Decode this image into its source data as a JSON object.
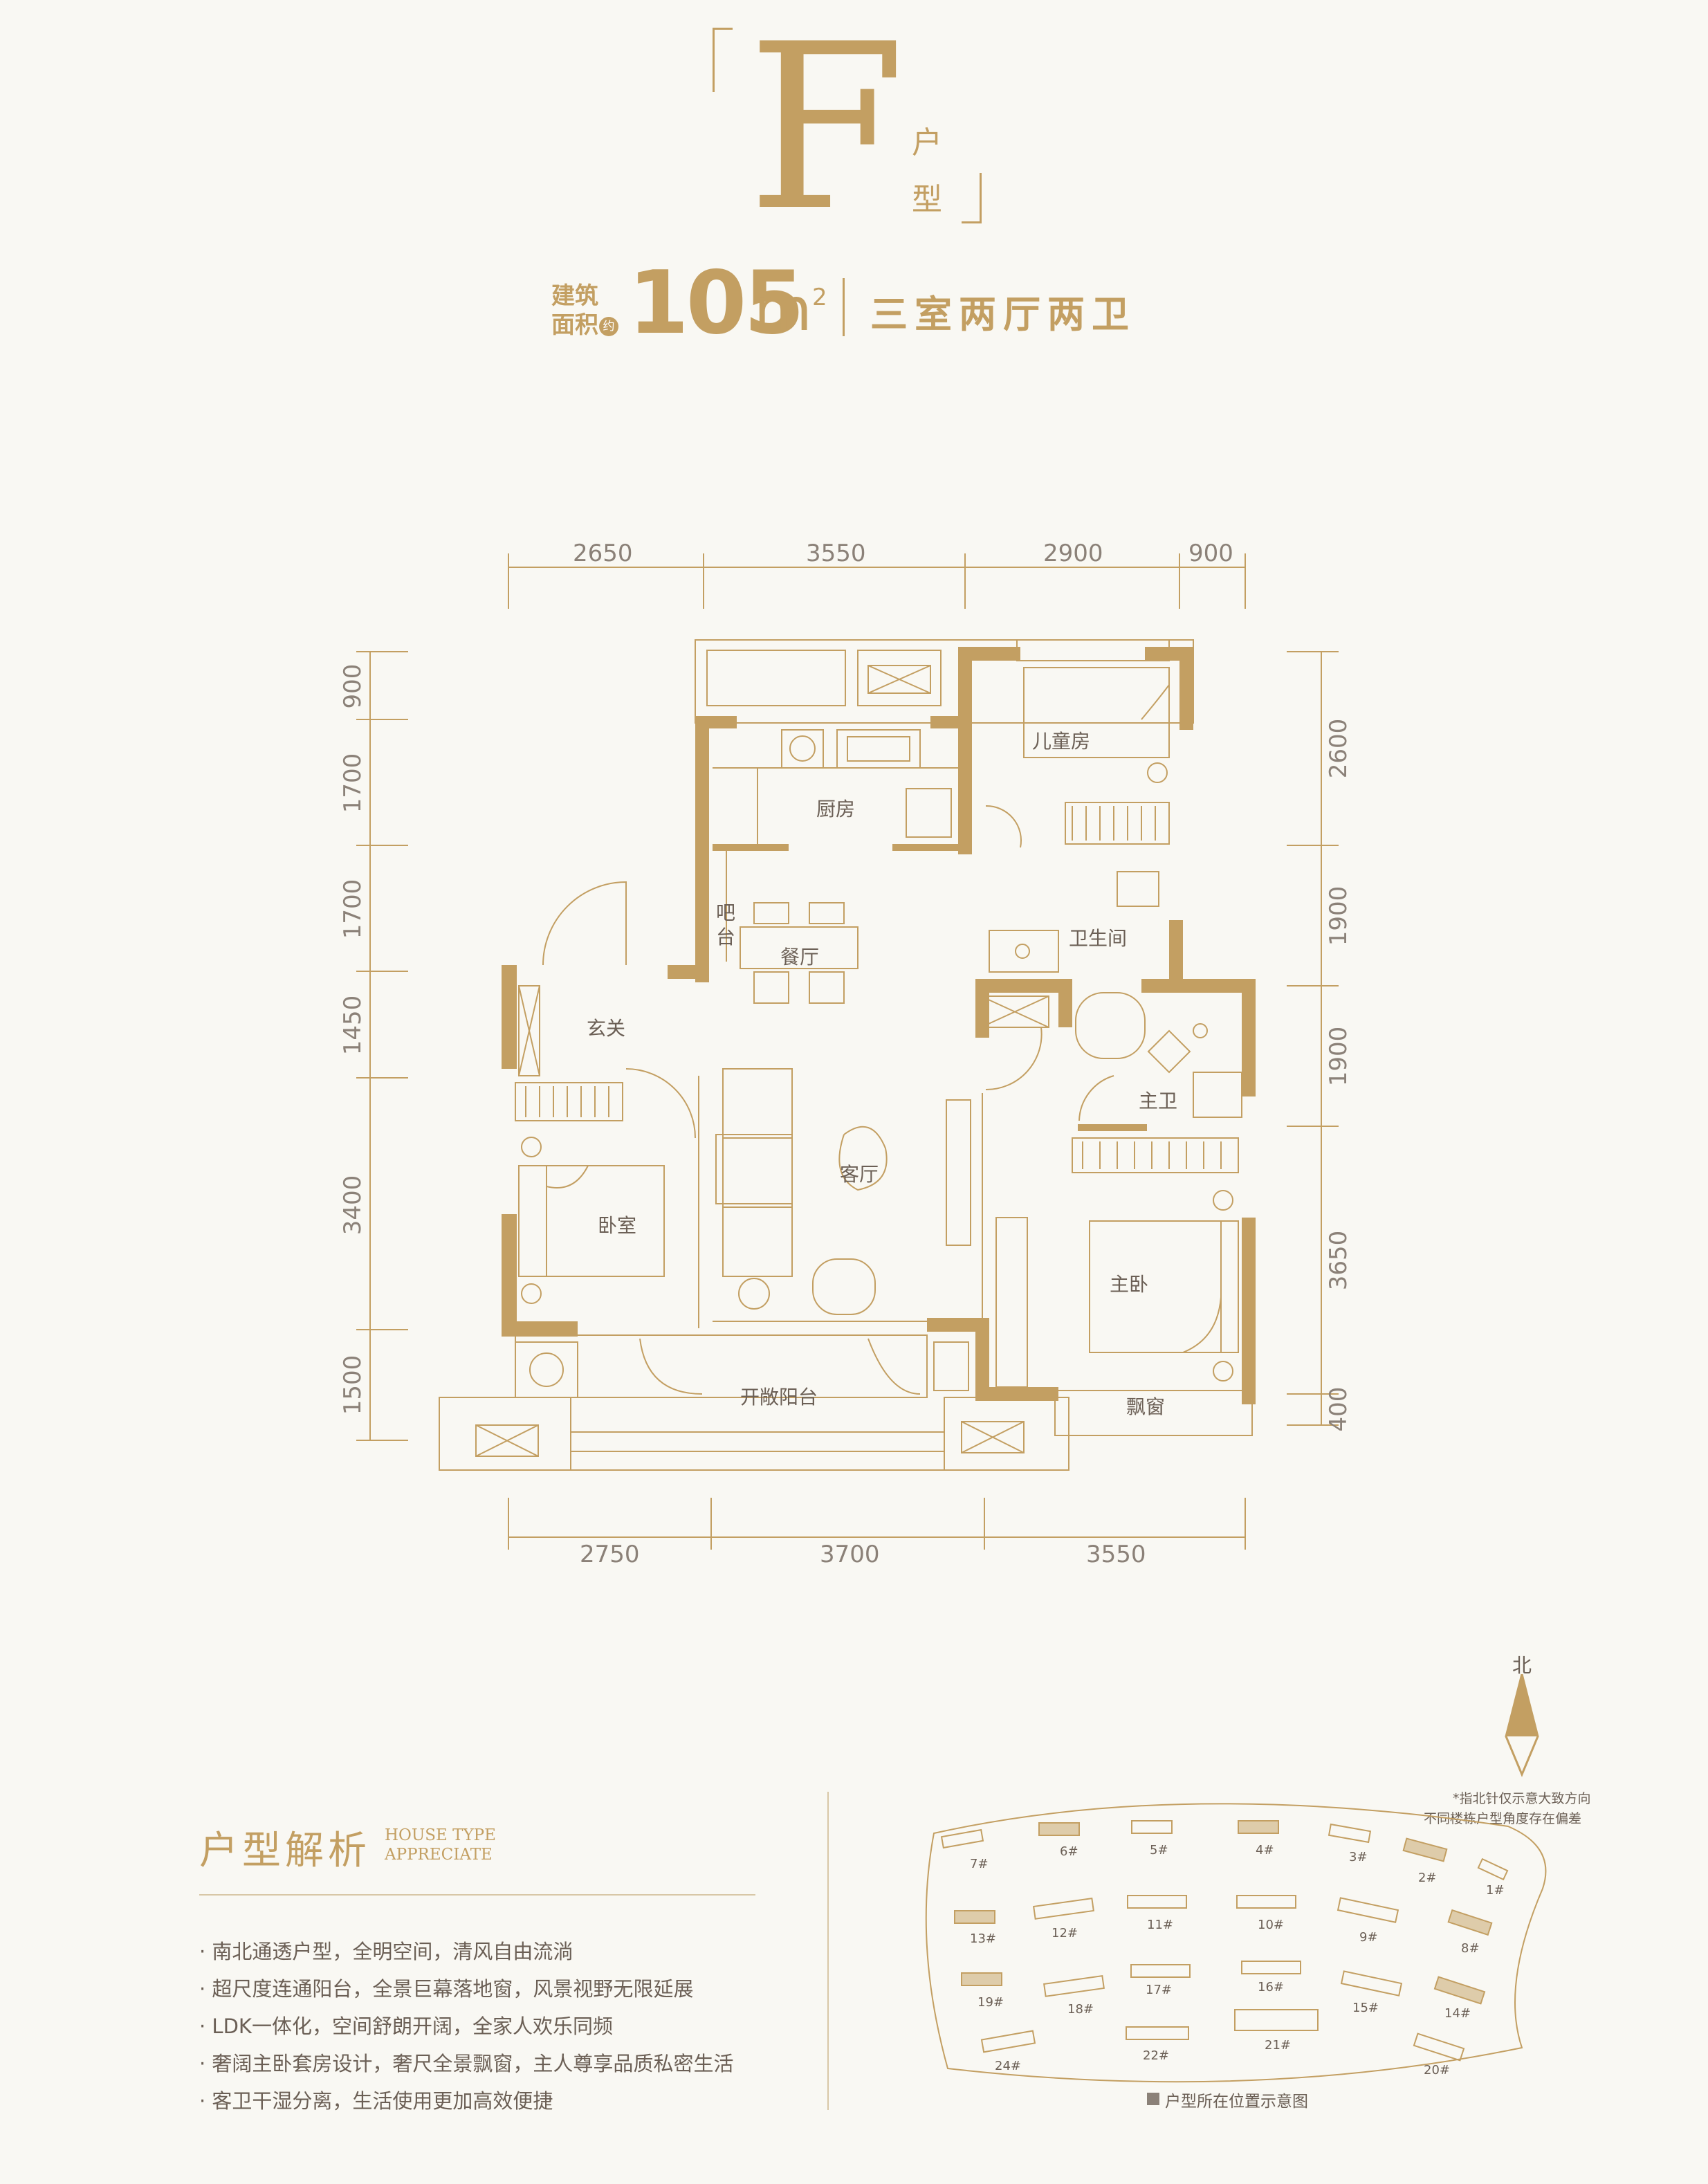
{
  "header": {
    "unit_letter": "F",
    "unit_word_1": "户",
    "unit_word_2": "型",
    "area_label_1": "建筑",
    "area_label_2": "面积",
    "area_approx": "约",
    "area_value": "105",
    "area_unit": "m",
    "area_sup": "2",
    "layout": "三室两厅两卫"
  },
  "dimensions": {
    "top": [
      "2650",
      "3550",
      "2900",
      "900"
    ],
    "bottom": [
      "2750",
      "3700",
      "3550"
    ],
    "left": [
      "900",
      "1700",
      "1700",
      "1450",
      "3400",
      "1500"
    ],
    "right": [
      "2600",
      "1900",
      "1900",
      "3650",
      "400"
    ]
  },
  "rooms": {
    "kids_room": "儿童房",
    "kitchen": "厨房",
    "bar_1": "吧",
    "bar_2": "台",
    "dining": "餐厅",
    "bathroom": "卫生间",
    "entrance": "玄关",
    "master_bath": "主卫",
    "living": "客厅",
    "bedroom": "卧室",
    "master_bedroom": "主卧",
    "balcony": "开敞阳台",
    "bay_window": "飘窗"
  },
  "analysis": {
    "title": "户型解析",
    "en_1": "HOUSE TYPE",
    "en_2": "APPRECIATE",
    "points": [
      "· 南北通透户型，全明空间，清风自由流淌",
      "· 超尺度连通阳台，全景巨幕落地窗，风景视野无限延展",
      "· LDK一体化，空间舒朗开阔，全家人欢乐同频",
      "· 奢阔主卧套房设计，奢尺全景飘窗，主人尊享品质私密生活",
      "· 客卫干湿分离，生活使用更加高效便捷"
    ]
  },
  "site_map": {
    "north": "北",
    "note_1": "*指北针仅示意大致方向",
    "note_2": "不同楼栋户型角度存在偏差",
    "legend": "户型所在位置示意图",
    "buildings": [
      "7#",
      "6#",
      "5#",
      "4#",
      "3#",
      "2#",
      "1#",
      "13#",
      "12#",
      "11#",
      "10#",
      "9#",
      "8#",
      "19#",
      "18#",
      "17#",
      "16#",
      "15#",
      "14#",
      "24#",
      "22#",
      "21#",
      "20#"
    ]
  },
  "colors": {
    "accent": "#c39f62",
    "text": "#6b5f55",
    "background": "#f9f8f3"
  }
}
